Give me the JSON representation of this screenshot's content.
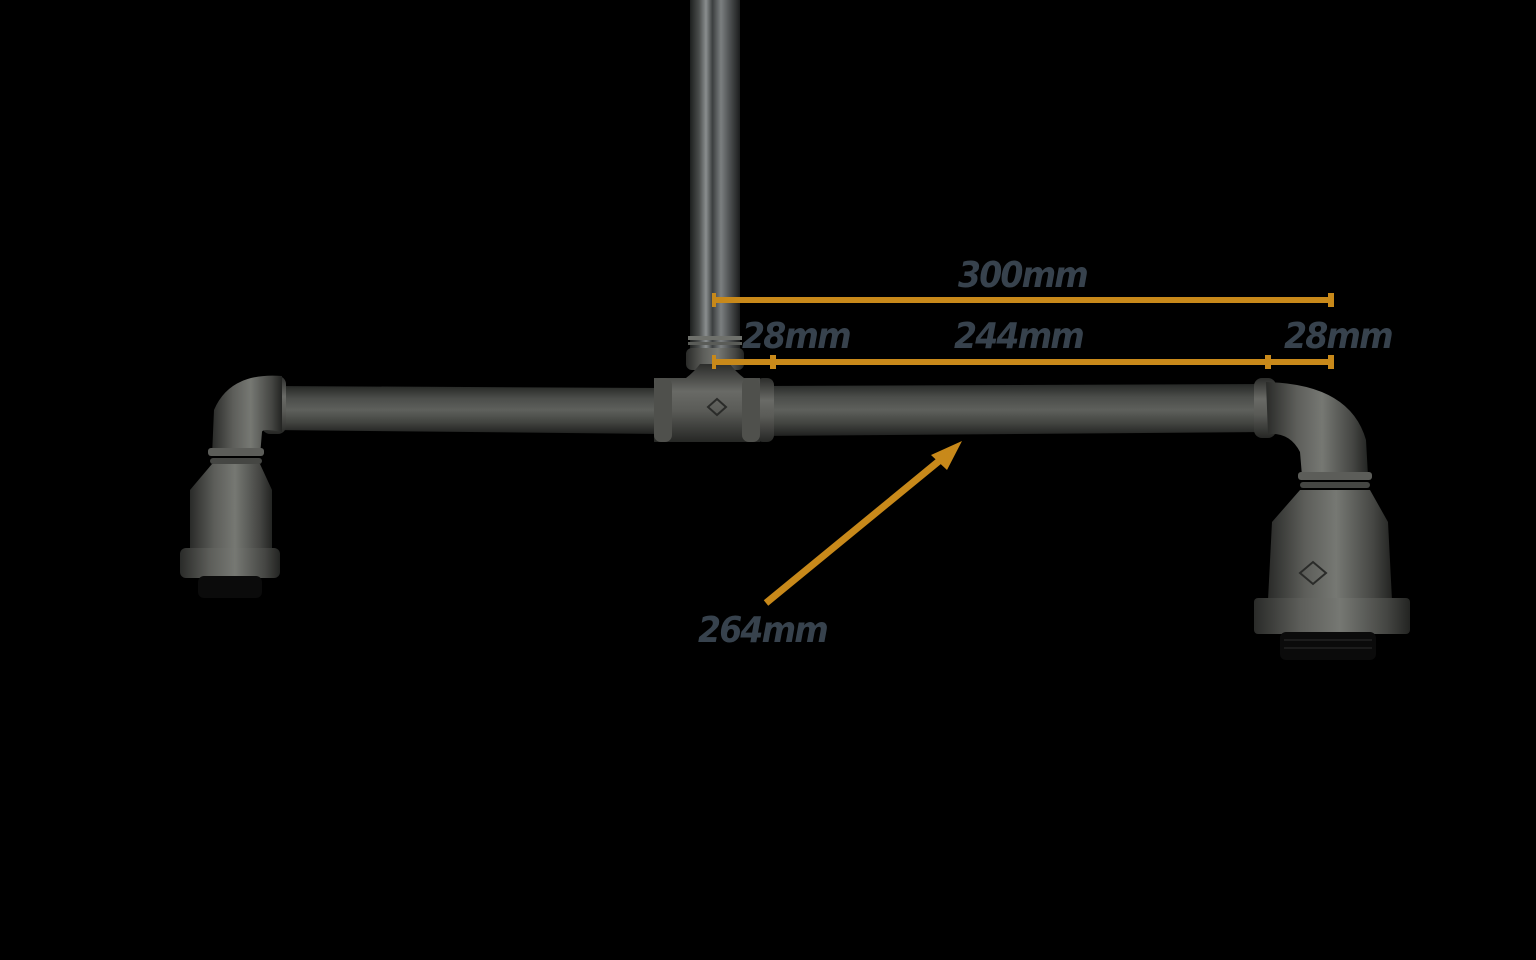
{
  "diagram": {
    "subject": "Iron pipe T-bar pendant fitting with two lamp-holder reducers",
    "background_color": "#000000",
    "colors": {
      "dimension_line": "#C8891A",
      "label_text": "#37424D",
      "pipe_dark": "#2E302E",
      "pipe_mid": "#4A4C49",
      "pipe_light": "#7A7C78",
      "socket_black": "#0B0B0B"
    },
    "components": [
      {
        "name": "vertical-drop-pipe",
        "label": ""
      },
      {
        "name": "tee-fitting",
        "label": ""
      },
      {
        "name": "left-horizontal-pipe",
        "label": ""
      },
      {
        "name": "right-horizontal-pipe",
        "label": ""
      },
      {
        "name": "left-elbow",
        "label": ""
      },
      {
        "name": "right-elbow",
        "label": ""
      },
      {
        "name": "left-reducer-socket",
        "label": ""
      },
      {
        "name": "right-reducer-socket",
        "label": ""
      }
    ],
    "dimensions": {
      "overall": {
        "label": "300mm",
        "value_mm": 300
      },
      "left_fitting": {
        "label": "28mm",
        "value_mm": 28
      },
      "pipe_section": {
        "label": "244mm",
        "value_mm": 244
      },
      "right_fitting": {
        "label": "28mm",
        "value_mm": 28
      },
      "pipe_length_callout": {
        "label": "264mm",
        "value_mm": 264
      }
    }
  }
}
